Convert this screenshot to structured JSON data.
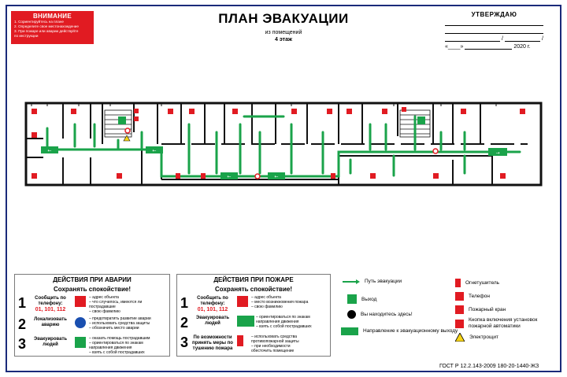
{
  "attention": {
    "heading": "ВНИМАНИЕ",
    "lines": [
      "1. Сориентируйтесь на плане",
      "2. Определите свое местонахождение",
      "3. При пожаре или аварии действуйте",
      "    по инструкции"
    ]
  },
  "title": {
    "main": "ПЛАН ЭВАКУАЦИИ",
    "sub": "из помещений",
    "floor": "4 этаж"
  },
  "approve": {
    "heading": "УТВЕРЖДАЮ",
    "date_prefix": "«____»",
    "year": "2020 г."
  },
  "accident_panel": {
    "heading1": "ДЕЙСТВИЯ ПРИ АВАРИИ",
    "heading2": "Сохранять спокойствие!",
    "steps": [
      {
        "num": "1",
        "label": "Сообщить по телефону:",
        "phones": "01, 101, 112",
        "details": [
          "– адрес объекта",
          "– что случилось, имеются ли",
          "   пострадавшие",
          "– свою фамилию"
        ]
      },
      {
        "num": "2",
        "label": "Локализовать аварию",
        "phones": "",
        "details": [
          "– предотвратить развитие аварии",
          "– использовать средства защиты",
          "– обозначить место аварии"
        ]
      },
      {
        "num": "3",
        "label": "Эвакуировать людей",
        "phones": "",
        "details": [
          "– оказать помощь пострадавшим",
          "– ориентироваться по знакам",
          "   направления движения",
          "– взять с собой пострадавших"
        ]
      }
    ]
  },
  "fire_panel": {
    "heading1": "ДЕЙСТВИЯ ПРИ ПОЖАРЕ",
    "heading2": "Сохранять спокойствие!",
    "steps": [
      {
        "num": "1",
        "label": "Сообщить по телефону:",
        "phones": "01, 101, 112",
        "details": [
          "– адрес объекта",
          "– место возникновения пожара",
          "– свою фамилию"
        ]
      },
      {
        "num": "2",
        "label": "Эвакуировать людей",
        "phones": "",
        "details": [
          "– ориентироваться по знакам",
          "   направления движения",
          "– взять с собой пострадавших"
        ]
      },
      {
        "num": "3",
        "label": "По возможности принять меры по тушению пожара",
        "phones": "",
        "details": [
          "– использовать средства",
          "   противопожарной защиты",
          "– при необходимости",
          "   обесточить помещение"
        ]
      }
    ]
  },
  "legend": {
    "path": "Путь эвакуации",
    "exit": "Выход",
    "you_are_here": "Вы находитесь здесь!",
    "direction": "Направление к эвакуационному выходу",
    "extinguisher": "Огнетушитель",
    "phone": "Телефон",
    "hydrant": "Пожарный кран",
    "alarm_button": "Кнопка включения установок пожарной автоматики",
    "panel": "Электрощит"
  },
  "footer": "ГОСТ Р 12.2.143-2009 180-20-1440-ЖЗ",
  "colors": {
    "accent_red": "#e11b22",
    "green": "#1aa34a",
    "frame_blue": "#1a2a7a"
  }
}
